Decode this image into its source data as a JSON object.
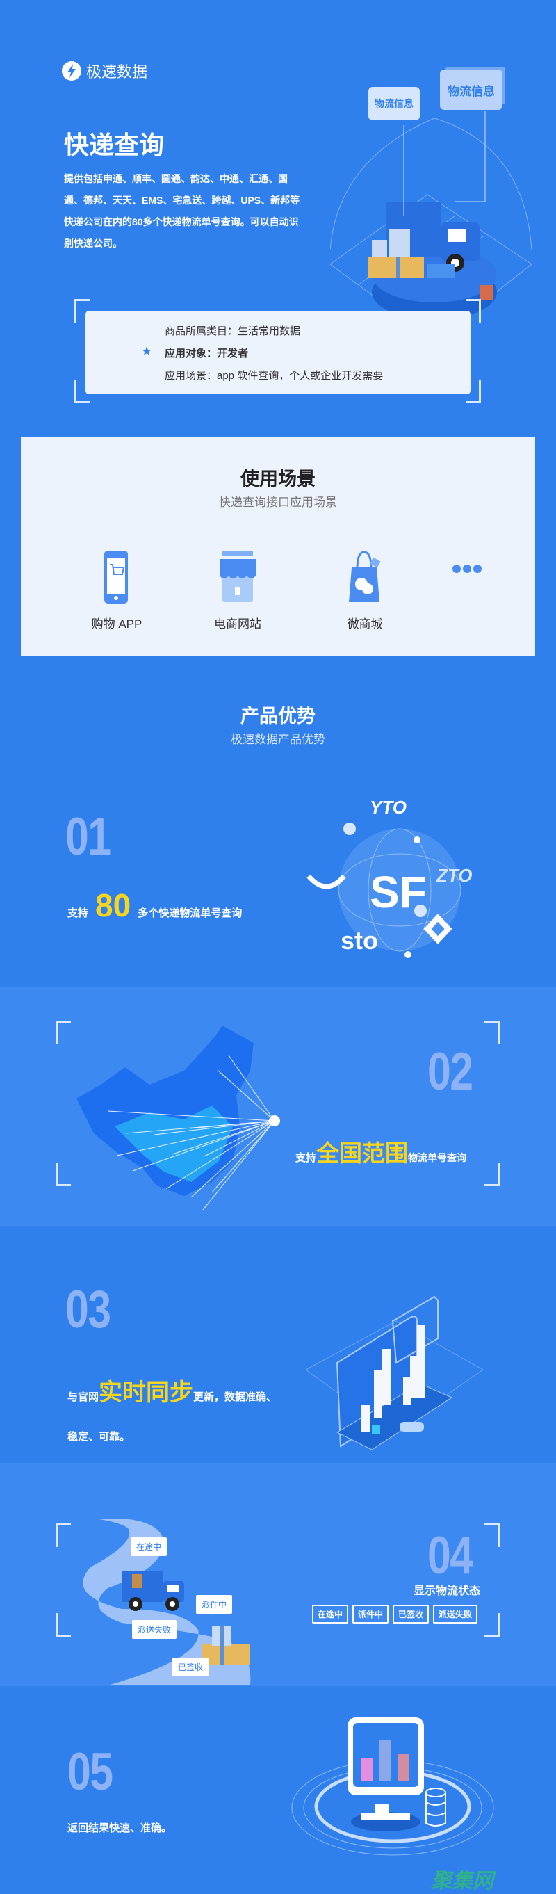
{
  "brand": {
    "name": "极速数据",
    "icon": "lightning-icon"
  },
  "hero": {
    "title": "快递查询",
    "description": "提供包括申通、顺丰、圆通、韵达、中通、汇通、国通、德邦、天天、EMS、宅急送、跨越、UPS、新邦等快递公司在内的80多个快递物流单号查询。可以自动识别快递公司。",
    "bubbles": [
      "物流信息",
      "物流信息"
    ]
  },
  "info": {
    "category": "商品所属类目：生活常用数据",
    "audience": "应用对象：开发者",
    "scenario": "应用场景：app 软件查询，个人或企业开发需要"
  },
  "usage": {
    "title": "使用场景",
    "subtitle": "快递查询接口应用场景",
    "items": [
      {
        "label": "购物 APP",
        "icon": "phone-cart-icon"
      },
      {
        "label": "电商网站",
        "icon": "shop-icon"
      },
      {
        "label": "微商城",
        "icon": "wechat-bag-icon"
      },
      {
        "label": "",
        "icon": "more-dots-icon"
      }
    ]
  },
  "advantages": {
    "title": "产品优势",
    "subtitle": "极速数据产品优势",
    "f1": {
      "num": "01",
      "pre": "支持",
      "hl": "80",
      "post": "多个快递物流单号查询",
      "logos": [
        "YTO",
        "SF",
        "ZTO",
        "sto"
      ]
    },
    "f2": {
      "num": "02",
      "pre": "支持",
      "hl": "全国范围",
      "post": "物流单号查询"
    },
    "f3": {
      "num": "03",
      "pre": "与官网",
      "hl": "实时同步",
      "post": "更新，数据准确、",
      "line2": "稳定、可靠。"
    },
    "f4": {
      "num": "04",
      "title": "显示物流状态",
      "tags": [
        "在途中",
        "派件中",
        "已签收",
        "派送失败"
      ]
    },
    "f5": {
      "num": "05",
      "text": "返回结果快速、准确。"
    }
  },
  "watermark": "聚集网",
  "colors": {
    "bg": "#2f7fed",
    "bg_light": "#3d89f2",
    "highlight": "#f7d51d",
    "panel": "#edf3fd"
  }
}
